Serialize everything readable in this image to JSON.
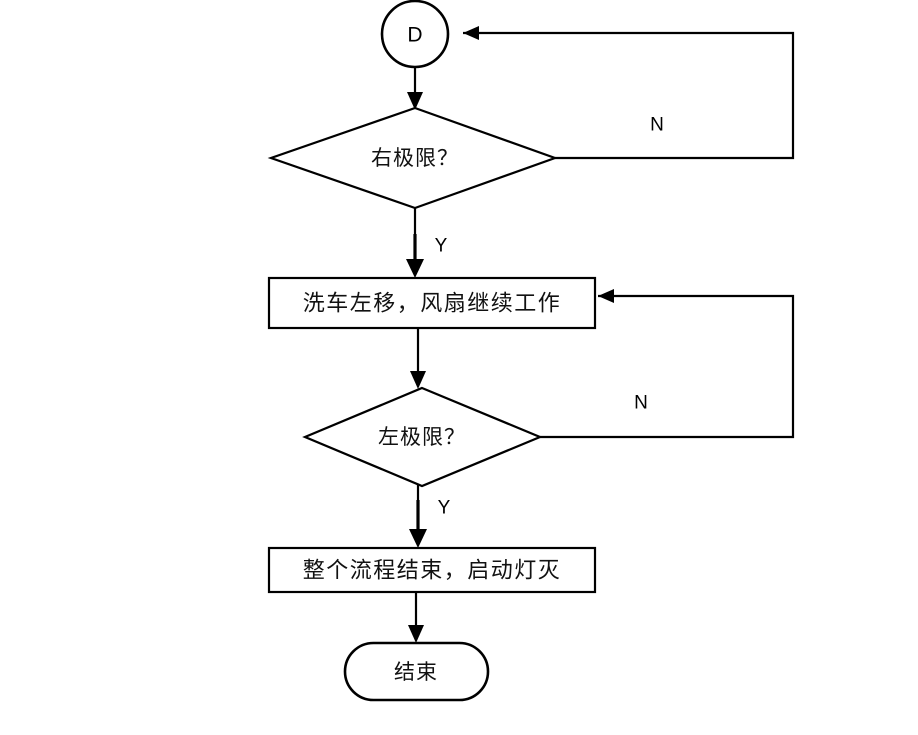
{
  "diagram": {
    "type": "flowchart",
    "title": "",
    "orientation": "top-to-bottom",
    "language": "zh-CN",
    "colors": {
      "stroke": "#000000",
      "fill": "#ffffff",
      "text": "#111111",
      "background": "#ffffff"
    },
    "nodes": [
      {
        "id": "connector-d",
        "shape": "circle",
        "label": "D",
        "role": "off-page-connector"
      },
      {
        "id": "decision-right-limit",
        "shape": "diamond",
        "label": "右极限？",
        "role": "decision"
      },
      {
        "id": "process-move-left",
        "shape": "rectangle",
        "label": "洗车左移，风扇继续工作",
        "role": "process"
      },
      {
        "id": "decision-left-limit",
        "shape": "diamond",
        "label": "左极限？",
        "role": "decision"
      },
      {
        "id": "process-finish",
        "shape": "rectangle",
        "label": "整个流程结束，启动灯灭",
        "role": "process"
      },
      {
        "id": "terminator-end",
        "shape": "stadium",
        "label": "结束",
        "role": "terminator"
      }
    ],
    "edges": [
      {
        "id": "edge-d-to-right-limit",
        "from": "connector-d",
        "to": "decision-right-limit",
        "label": ""
      },
      {
        "id": "edge-right-limit-yes",
        "from": "decision-right-limit",
        "to": "process-move-left",
        "label": "Y"
      },
      {
        "id": "edge-right-limit-no",
        "from": "decision-right-limit",
        "to": "connector-d",
        "label": "N"
      },
      {
        "id": "edge-move-left-to-left-limit",
        "from": "process-move-left",
        "to": "decision-left-limit",
        "label": ""
      },
      {
        "id": "edge-left-limit-yes",
        "from": "decision-left-limit",
        "to": "process-finish",
        "label": "Y"
      },
      {
        "id": "edge-left-limit-no",
        "from": "decision-left-limit",
        "to": "process-move-left",
        "label": "N"
      },
      {
        "id": "edge-finish-to-end",
        "from": "process-finish",
        "to": "terminator-end",
        "label": ""
      }
    ],
    "branch_labels": {
      "right_limit_no": "N",
      "right_limit_yes": "Y",
      "left_limit_no": "N",
      "left_limit_yes": "Y"
    }
  }
}
